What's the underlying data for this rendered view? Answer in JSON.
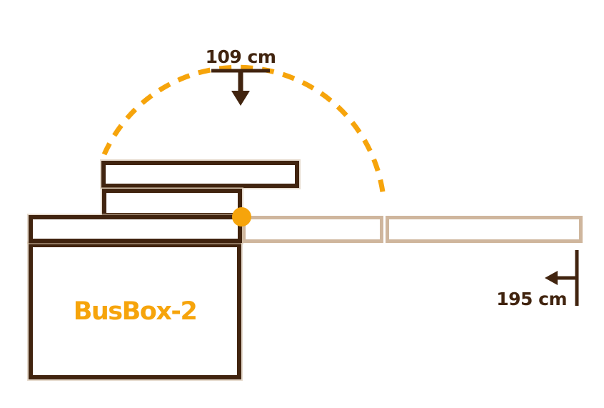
{
  "diagram": {
    "product_label": "BusBox-2",
    "dimensions": {
      "swing_height": "109 cm",
      "extension_length": "195 cm"
    },
    "colors": {
      "brown": "#41240f",
      "orange": "#f6a40b",
      "tan": "#cfb69d",
      "background": "#ffffff"
    }
  }
}
